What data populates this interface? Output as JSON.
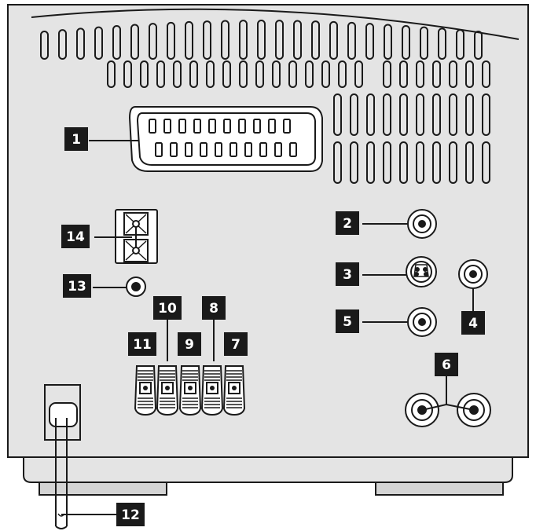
{
  "colors": {
    "panel": "#e4e4e4",
    "outline": "#1a1a1a",
    "vent": "#e4e4e4",
    "badge_bg": "#1a1a1a",
    "badge_text": "#ffffff",
    "feet": "#d4d4d4"
  },
  "callouts": [
    {
      "id": "c1",
      "label": "1",
      "target": "scart-connector"
    },
    {
      "id": "c2",
      "label": "2",
      "target": "rca-jack-2"
    },
    {
      "id": "c3",
      "label": "3",
      "target": "s-video-jack"
    },
    {
      "id": "c4",
      "label": "4",
      "target": "rca-jack-4"
    },
    {
      "id": "c5",
      "label": "5",
      "target": "rca-jack-5"
    },
    {
      "id": "c6",
      "label": "6",
      "target": "rca-pair-6"
    },
    {
      "id": "c7",
      "label": "7",
      "target": "speaker-terminal-7"
    },
    {
      "id": "c8",
      "label": "8",
      "target": "speaker-terminal-8"
    },
    {
      "id": "c9",
      "label": "9",
      "target": "speaker-terminal-9"
    },
    {
      "id": "c10",
      "label": "10",
      "target": "speaker-terminal-10"
    },
    {
      "id": "c11",
      "label": "11",
      "target": "speaker-terminal-11"
    },
    {
      "id": "c12",
      "label": "12",
      "target": "power-cord"
    },
    {
      "id": "c13",
      "label": "13",
      "target": "mini-jack-13"
    },
    {
      "id": "c14",
      "label": "14",
      "target": "fm-antenna-terminal"
    }
  ]
}
